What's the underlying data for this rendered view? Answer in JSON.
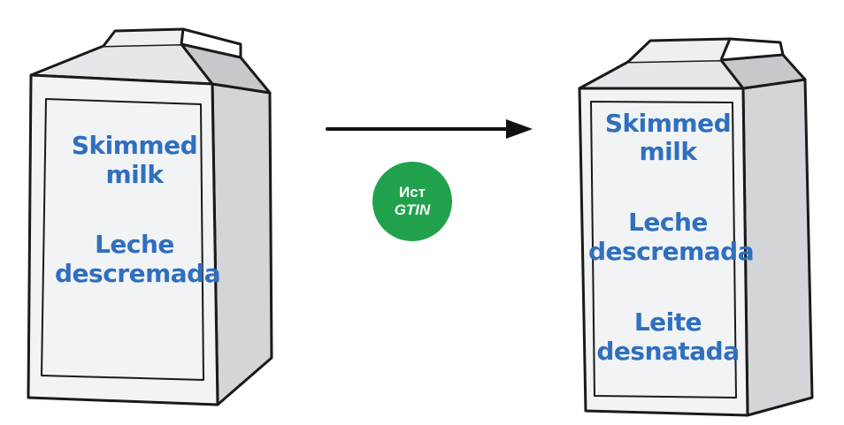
{
  "left_carton": {
    "lines": [
      "Skimmed",
      "milk",
      "Leche",
      "descremada"
    ]
  },
  "badge": {
    "line1": "Ист",
    "line2": "GTIN",
    "color": "#21a14c"
  },
  "right_carton": {
    "lines": [
      "Skimmed",
      "milk",
      "Leche",
      "descremada",
      "Leite",
      "desnatada"
    ]
  },
  "colors": {
    "label_text": "#2f6fbf",
    "carton_front": "#f2f3f5",
    "carton_side": "#d3d5d8",
    "outline": "#1a1a1a"
  }
}
